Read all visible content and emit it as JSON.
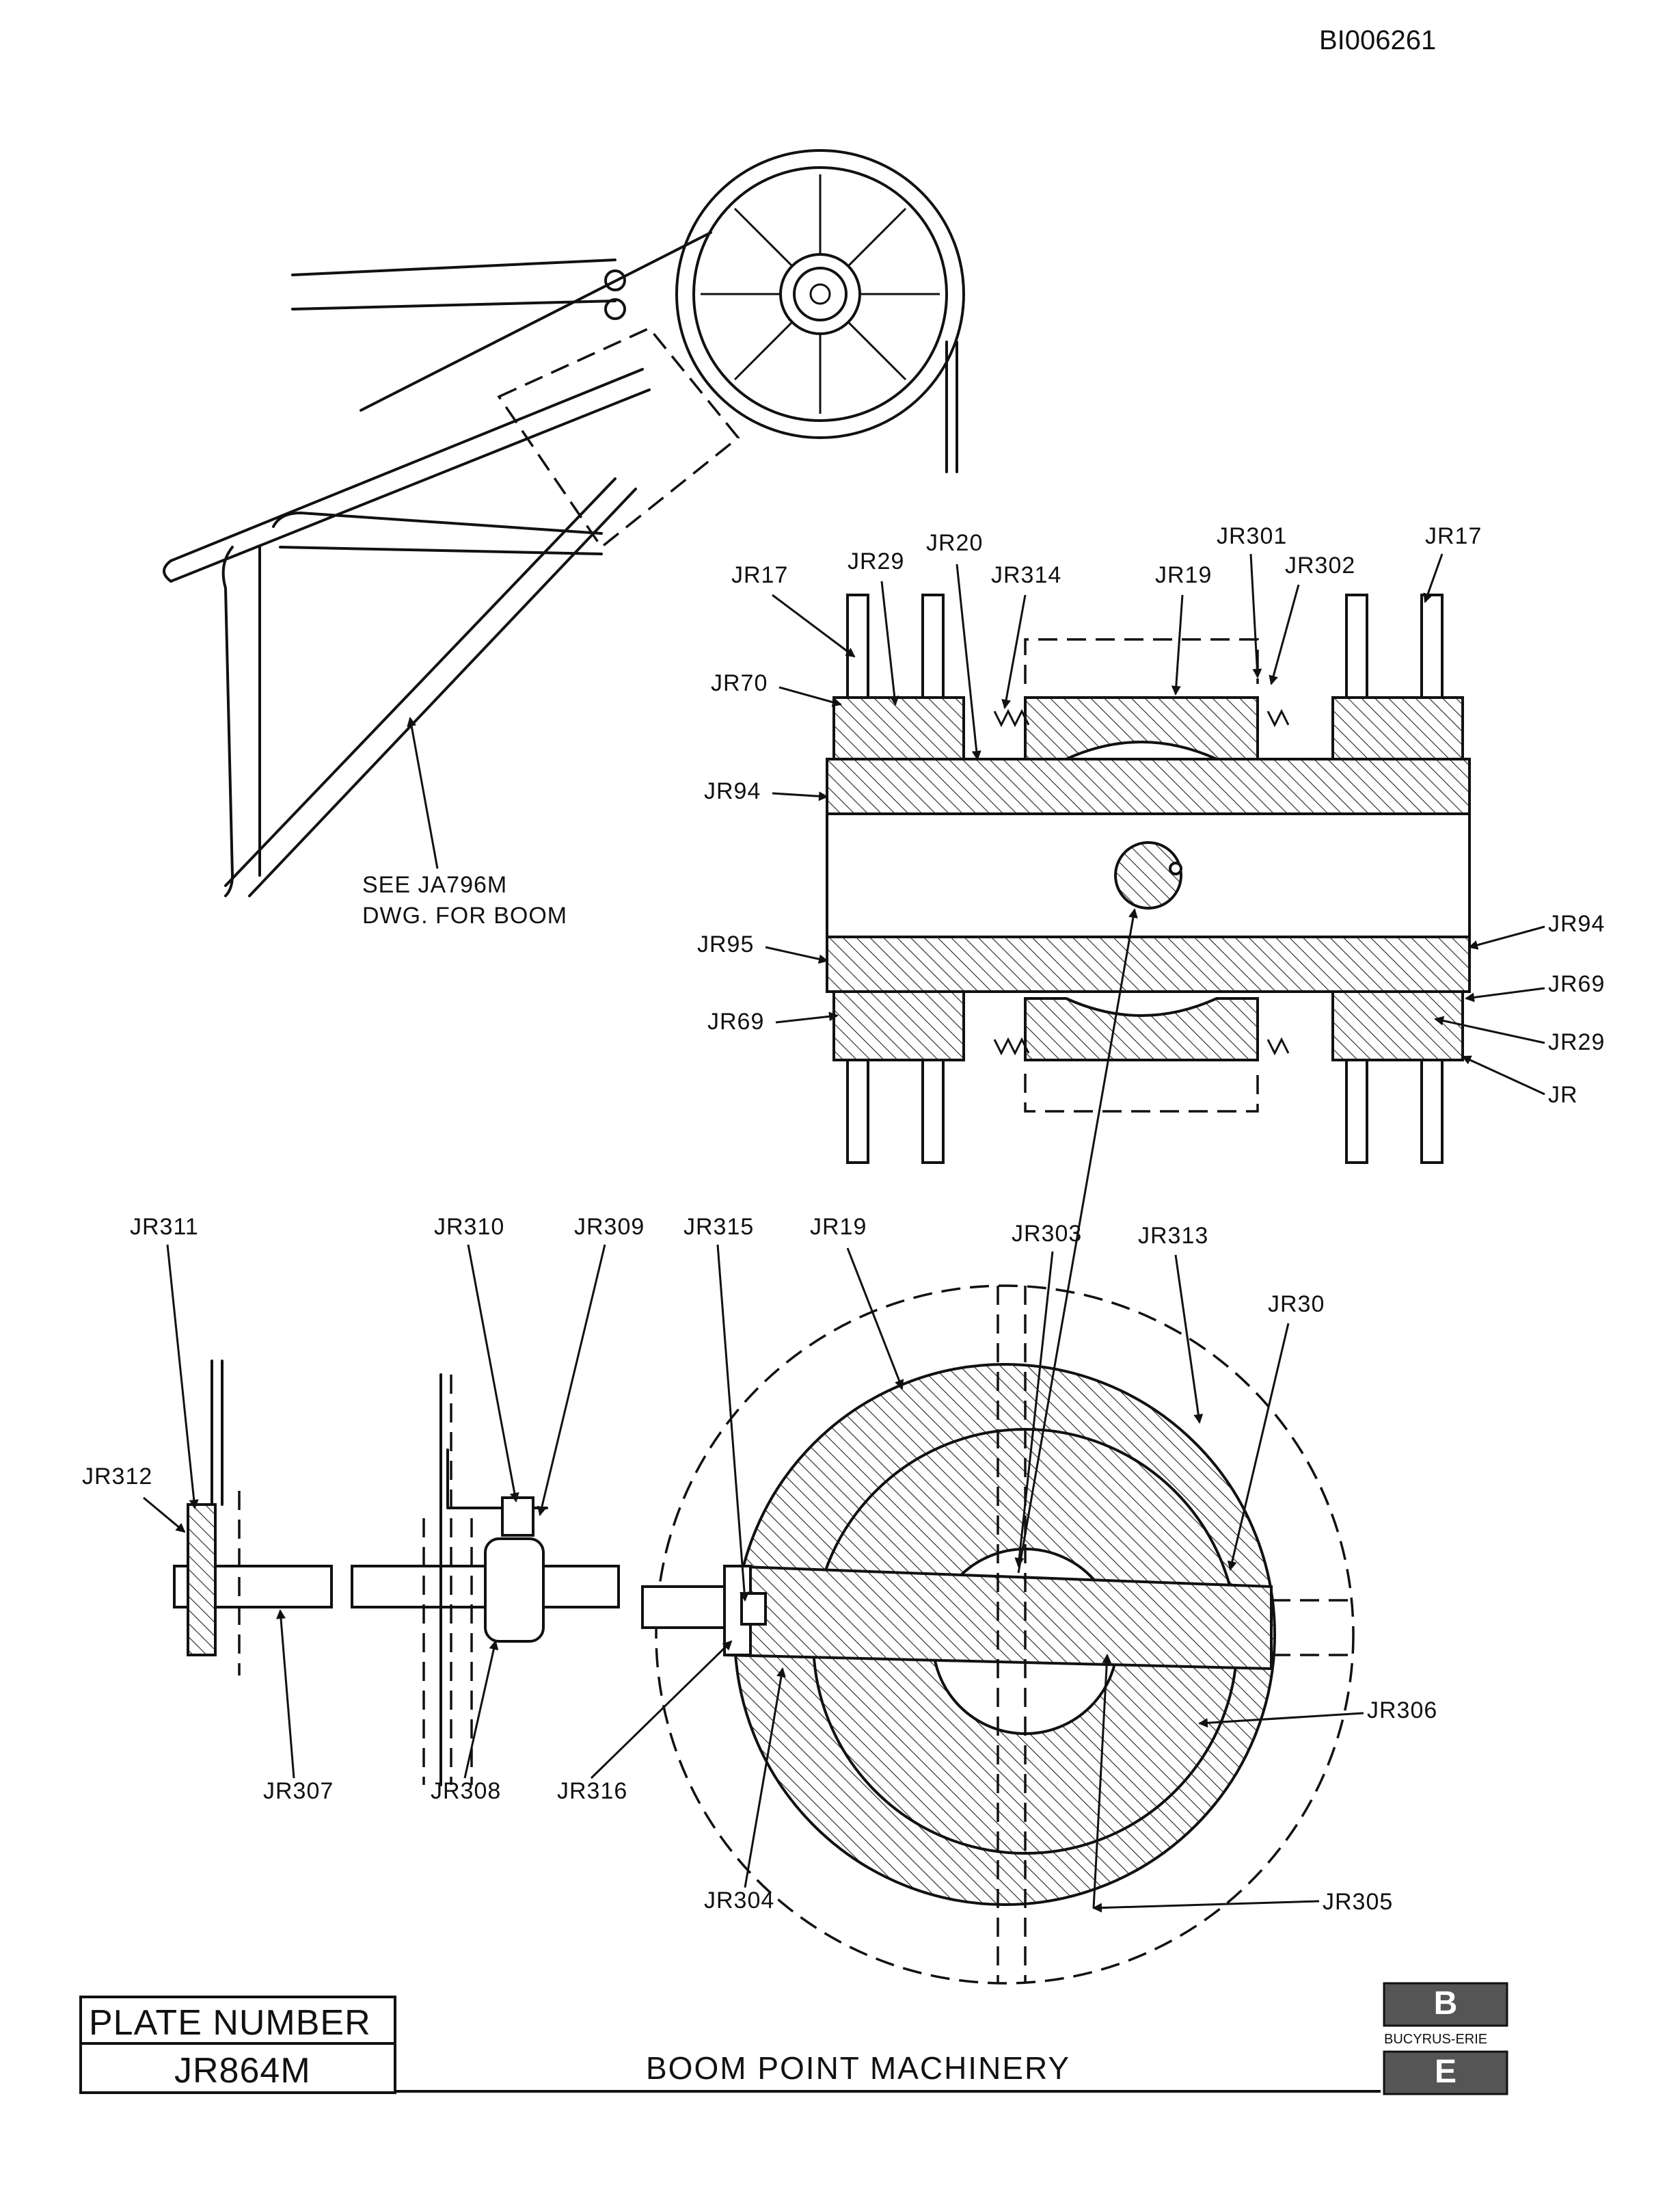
{
  "doc_id": "BI006261",
  "title": "BOOM POINT MACHINERY",
  "plate": {
    "header": "PLATE NUMBER",
    "number": "JR864M"
  },
  "brand": {
    "name": "BUCYRUS-ERIE",
    "logo_letters": [
      "B",
      "E"
    ]
  },
  "boom_note": {
    "line1": "SEE JA796M",
    "line2": "DWG. FOR BOOM"
  },
  "section_labels": {
    "jr17_left": "JR17",
    "jr29_top": "JR29",
    "jr20": "JR20",
    "jr314": "JR314",
    "jr19_top": "JR19",
    "jr301": "JR301",
    "jr302": "JR302",
    "jr17_right": "JR17",
    "jr70": "JR70",
    "jr94_left": "JR94",
    "jr95": "JR95",
    "jr69_left": "JR69",
    "jr94_right": "JR94",
    "jr69_right": "JR69",
    "jr29_right": "JR29",
    "jr_cut": "JR"
  },
  "detail_labels": {
    "jr311": "JR311",
    "jr310": "JR310",
    "jr309": "JR309",
    "jr315": "JR315",
    "jr19_bottom": "JR19",
    "jr303": "JR303",
    "jr313": "JR313",
    "jr30": "JR30",
    "jr312": "JR312",
    "jr306": "JR306",
    "jr307": "JR307",
    "jr308": "JR308",
    "jr316": "JR316",
    "jr304": "JR304",
    "jr305": "JR305"
  }
}
